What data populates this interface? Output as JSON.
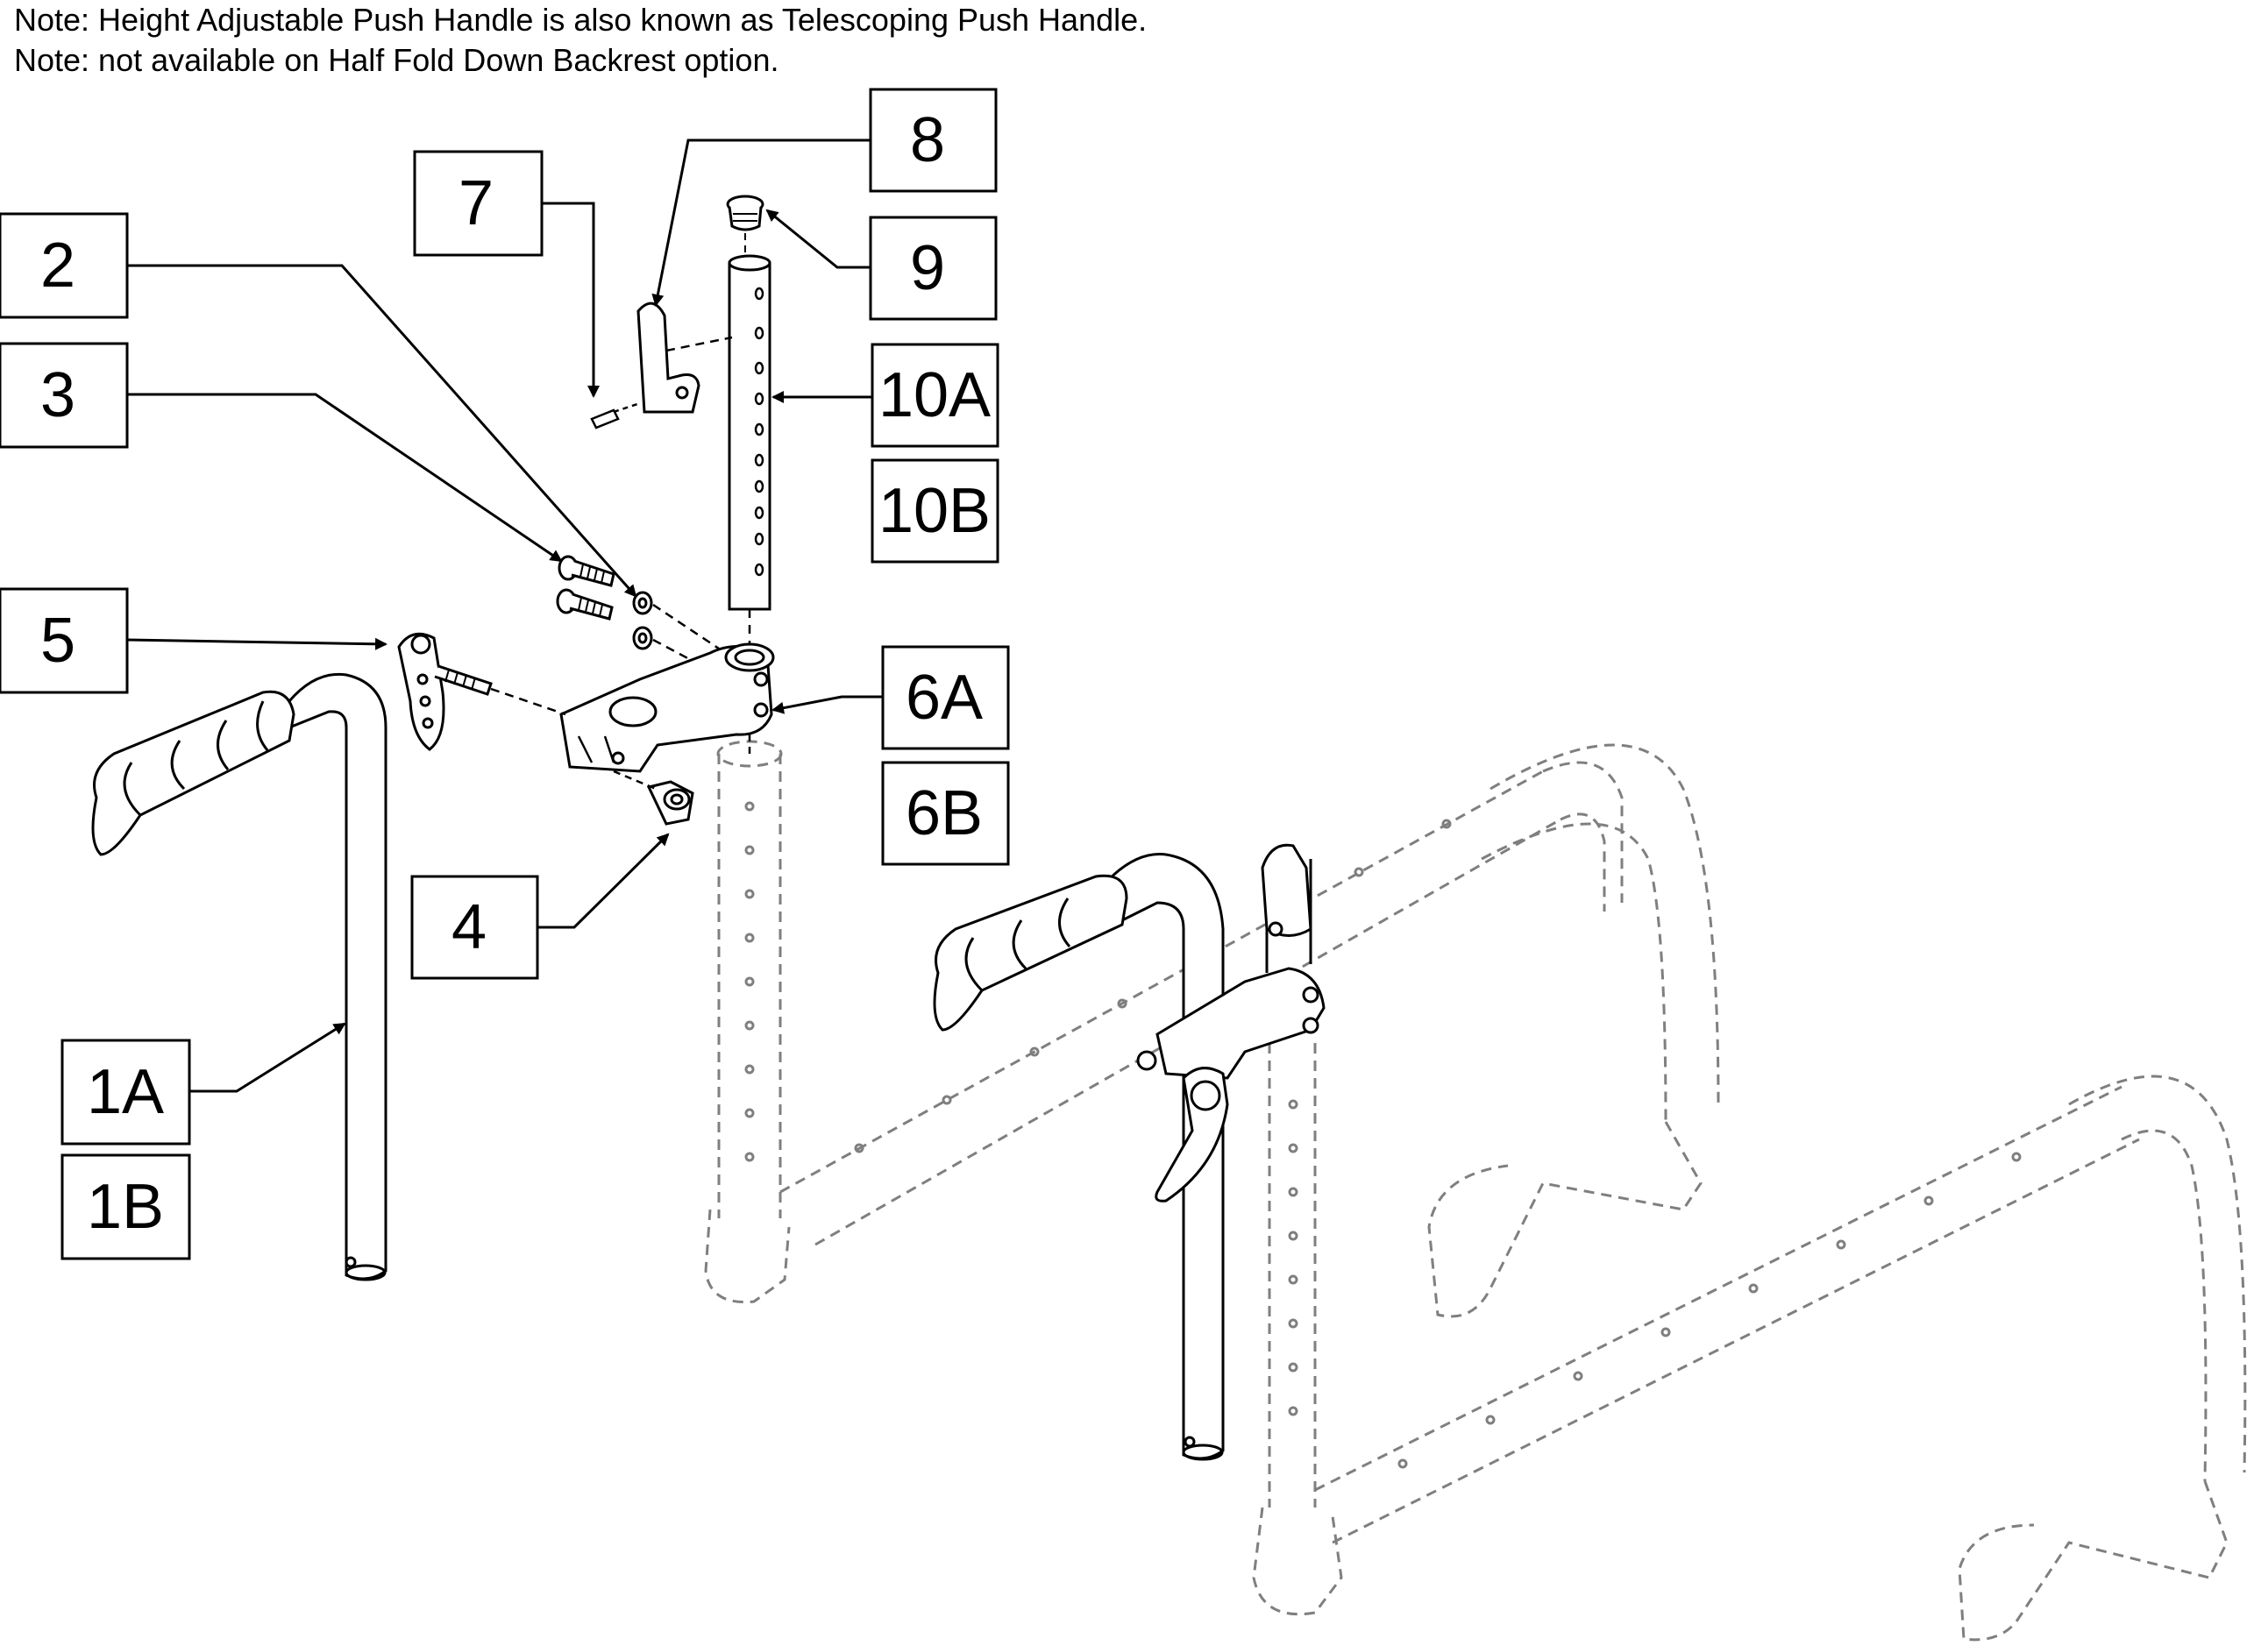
{
  "notes": [
    "Note: Height Adjustable Push Handle is also known as Telescoping Push Handle.",
    "Note: not available on Half Fold Down Backrest option."
  ],
  "callouts": {
    "c1A": "1A",
    "c1B": "1B",
    "c2": "2",
    "c3": "3",
    "c4": "4",
    "c5": "5",
    "c6A": "6A",
    "c6B": "6B",
    "c7": "7",
    "c8": "8",
    "c9": "9",
    "c10A": "10A",
    "c10B": "10B"
  },
  "colors": {
    "line": "#000000",
    "ghost": "#9a9a9a",
    "background": "#ffffff"
  }
}
